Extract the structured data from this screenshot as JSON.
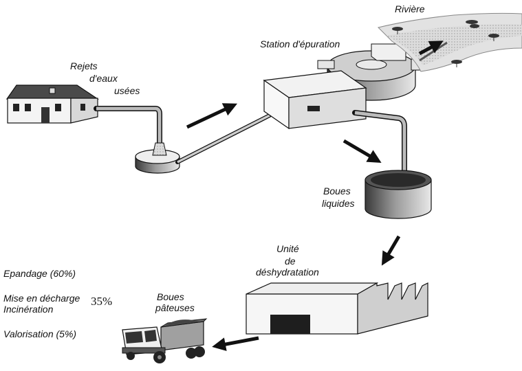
{
  "labels": {
    "rejets_l1": "Rejets",
    "rejets_l2": "d'eaux",
    "rejets_l3": "usées",
    "station": "Station d'épuration",
    "riviere": "Rivière",
    "boues_liquides_l1": "Boues",
    "boues_liquides_l2": "liquides",
    "unite_l1": "Unité",
    "unite_l2": "de",
    "unite_l3": "déshydratation",
    "boues_pateuses_l1": "Boues",
    "boues_pateuses_l2": "pâteuses"
  },
  "destinations": {
    "epandage": "Epandage (60%)",
    "decharge": "Mise en décharge",
    "incineration": "Incinération",
    "combined_share": "35%",
    "valorisation": "Valorisation (5%)"
  },
  "colors": {
    "ink": "#111111",
    "building_roof": "#555555",
    "pipe": "#9a9a9a",
    "water": "#d9d9d9"
  }
}
